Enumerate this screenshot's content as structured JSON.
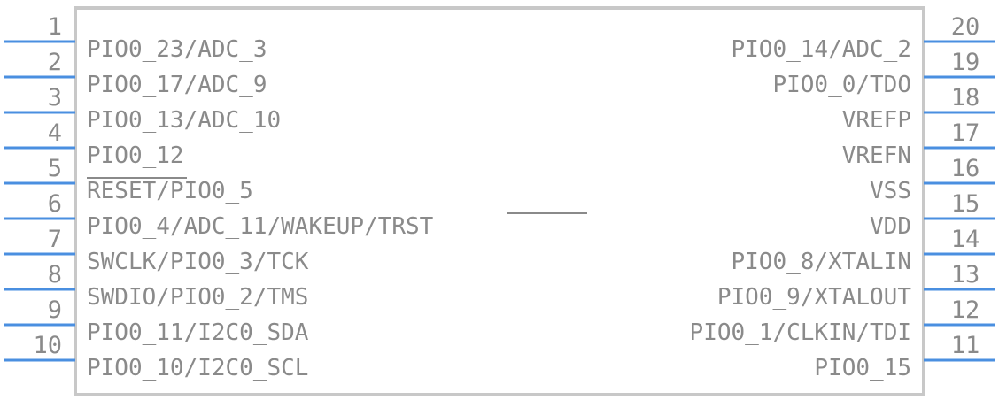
{
  "component": {
    "body_color": "#c8c8c8",
    "pin_color": "#4a8fe0",
    "text_color": "#8a8a8a",
    "left_pins": [
      {
        "number": "1",
        "label": "PIO0_23/ADC_3"
      },
      {
        "number": "2",
        "label": "PIO0_17/ADC_9"
      },
      {
        "number": "3",
        "label": "PIO0_13/ADC_10"
      },
      {
        "number": "4",
        "label": "PIO0_12"
      },
      {
        "number": "5",
        "label": "RESET/PIO0_5",
        "overbar": "RESET"
      },
      {
        "number": "6",
        "label": "PIO0_4/ADC_11/WAKEUP/TRST",
        "overbar": "TRST"
      },
      {
        "number": "7",
        "label": "SWCLK/PIO0_3/TCK"
      },
      {
        "number": "8",
        "label": "SWDIO/PIO0_2/TMS"
      },
      {
        "number": "9",
        "label": "PIO0_11/I2C0_SDA"
      },
      {
        "number": "10",
        "label": "PIO0_10/I2C0_SCL"
      }
    ],
    "right_pins": [
      {
        "number": "20",
        "label": "PIO0_14/ADC_2"
      },
      {
        "number": "19",
        "label": "PIO0_0/TDO"
      },
      {
        "number": "18",
        "label": "VREFP"
      },
      {
        "number": "17",
        "label": "VREFN"
      },
      {
        "number": "16",
        "label": "VSS"
      },
      {
        "number": "15",
        "label": "VDD"
      },
      {
        "number": "14",
        "label": "PIO0_8/XTALIN"
      },
      {
        "number": "13",
        "label": "PIO0_9/XTALOUT"
      },
      {
        "number": "12",
        "label": "PIO0_1/CLKIN/TDI"
      },
      {
        "number": "11",
        "label": "PIO0_15"
      }
    ]
  }
}
